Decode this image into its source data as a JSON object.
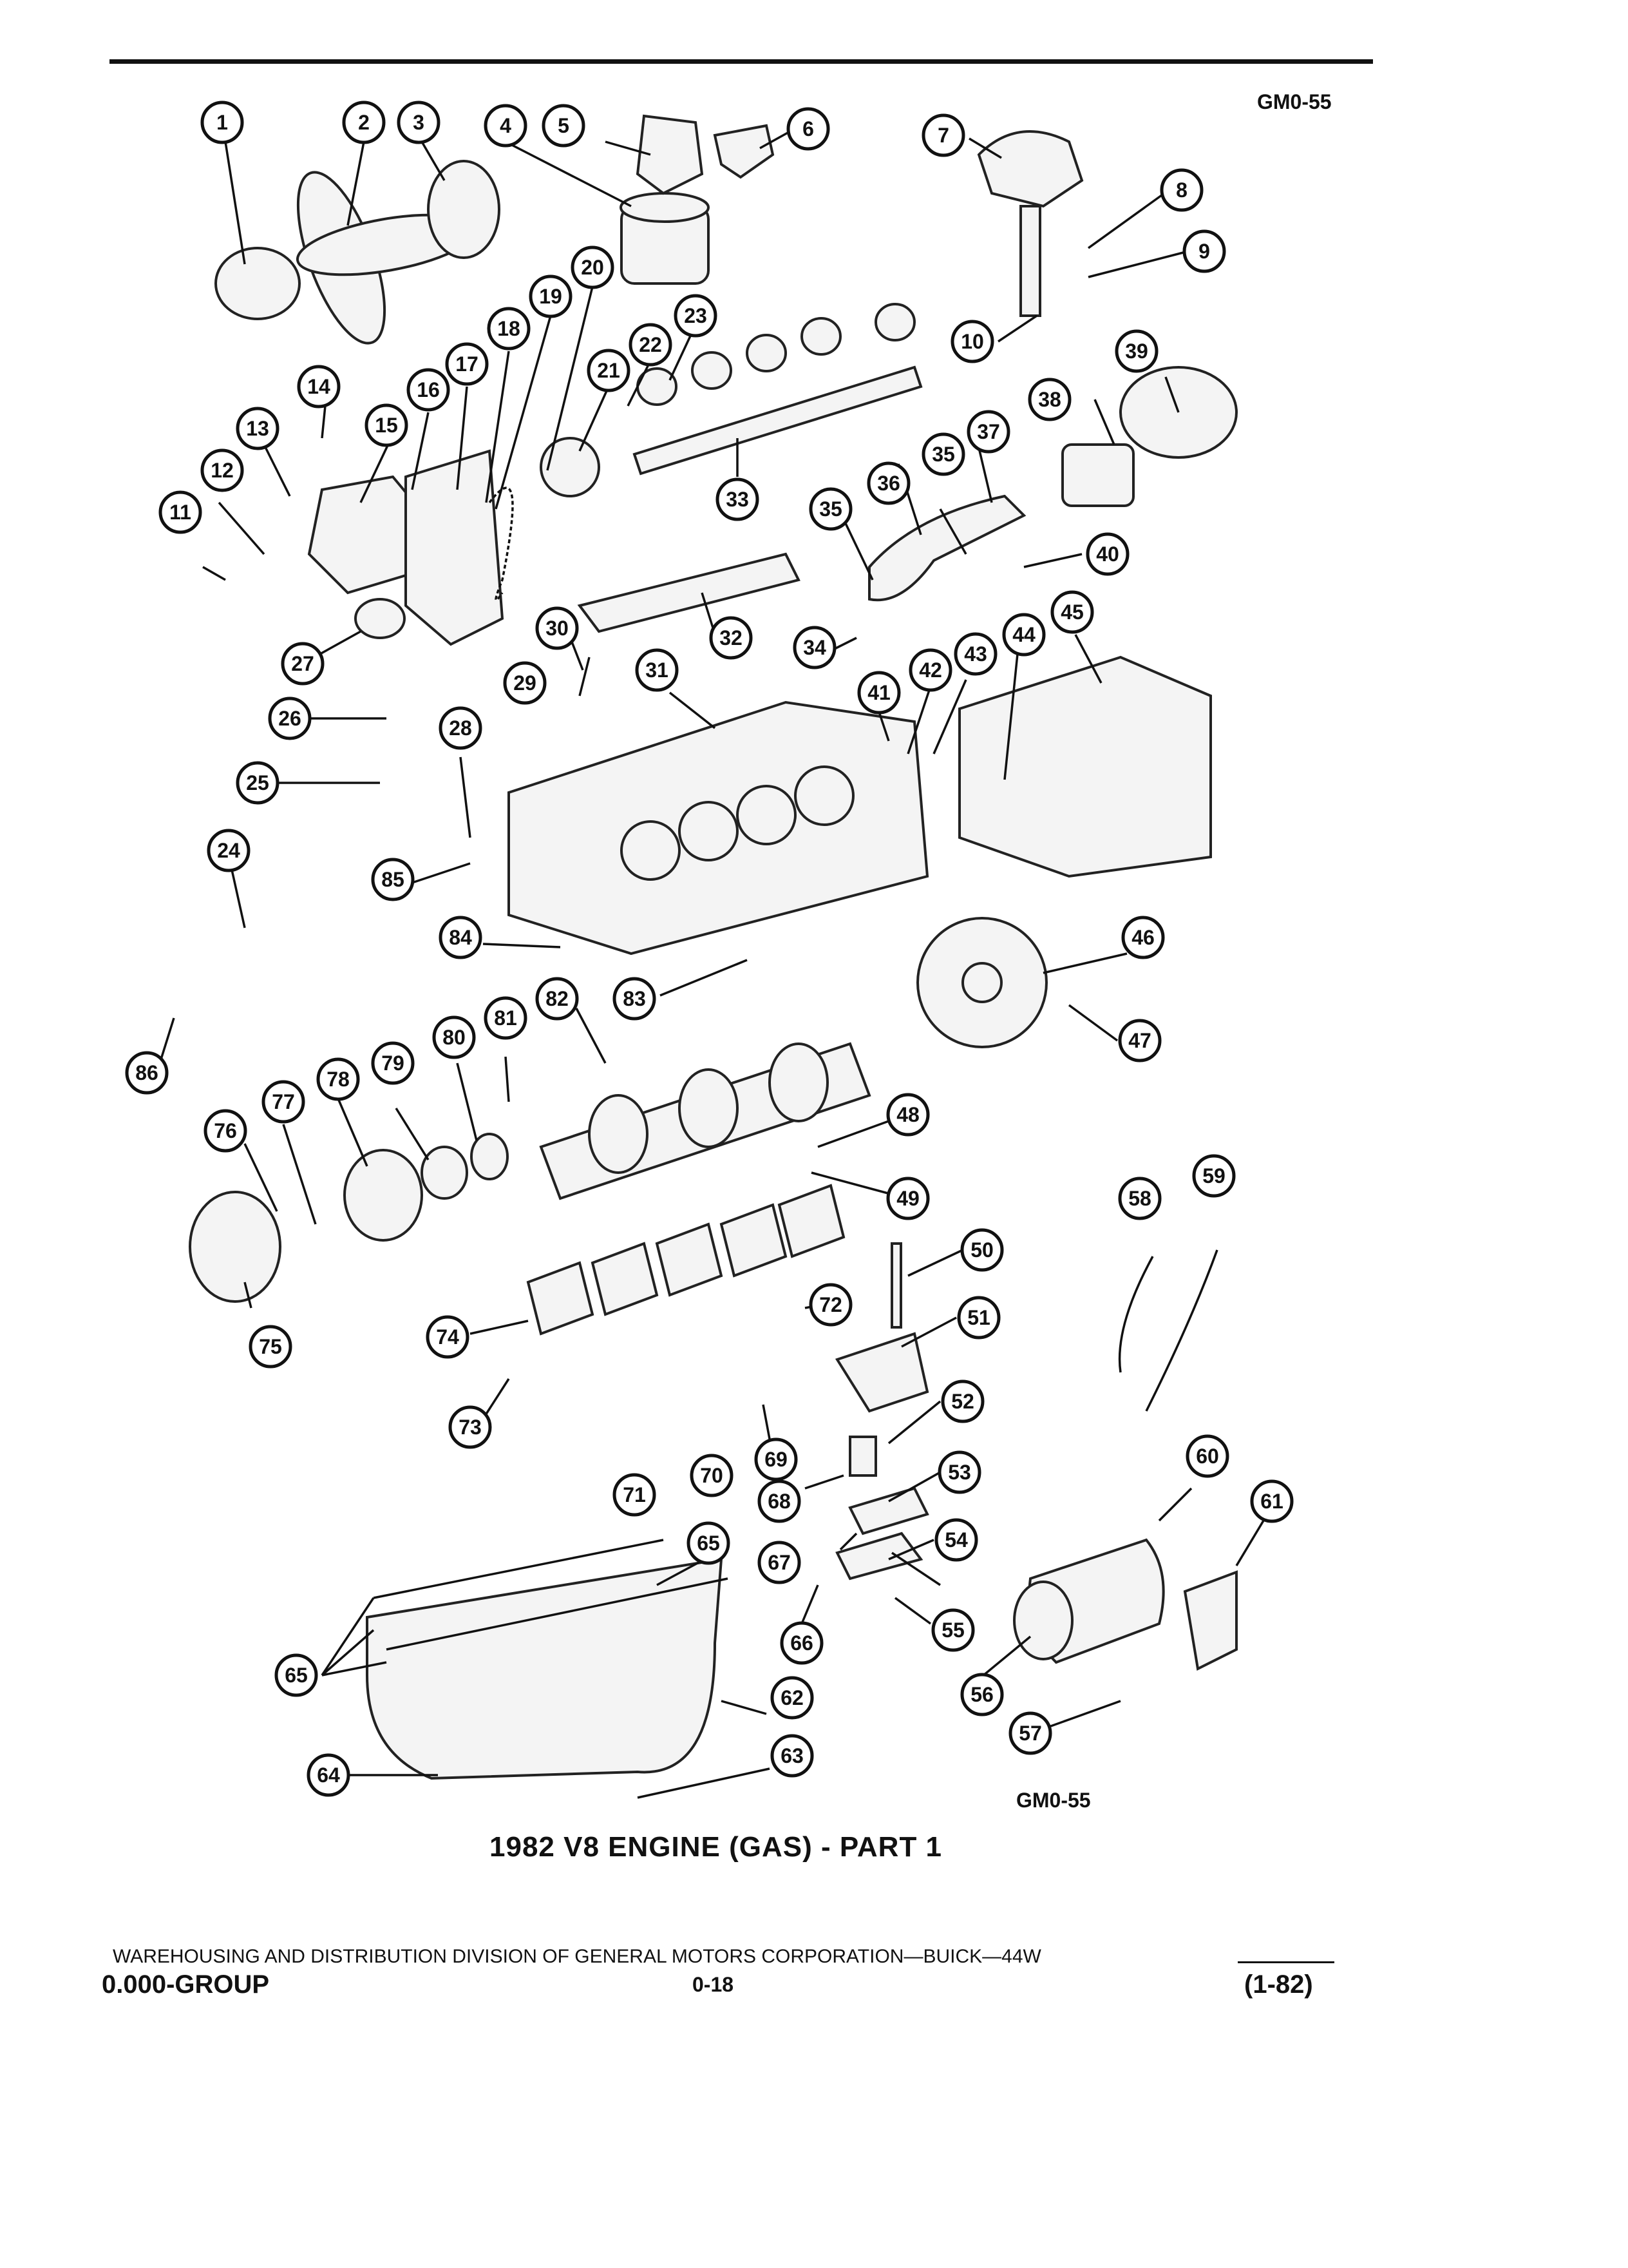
{
  "diagram_code_top": "GM0-55",
  "diagram_code_bottom": "GM0-55",
  "title": "1982 V8 ENGINE (GAS) - PART 1",
  "footer": {
    "line1": "WAREHOUSING AND DISTRIBUTION DIVISION OF GENERAL MOTORS CORPORATION—BUICK—44W",
    "group": "0.000-GROUP",
    "page": "0-18",
    "date": "(1-82)"
  },
  "callouts": [
    {
      "id": "1",
      "label": "1"
    },
    {
      "id": "2",
      "label": "2"
    },
    {
      "id": "3",
      "label": "3"
    },
    {
      "id": "4",
      "label": "4"
    },
    {
      "id": "5",
      "label": "5"
    },
    {
      "id": "6",
      "label": "6"
    },
    {
      "id": "7",
      "label": "7"
    },
    {
      "id": "8",
      "label": "8"
    },
    {
      "id": "9",
      "label": "9"
    },
    {
      "id": "10",
      "label": "10"
    },
    {
      "id": "11",
      "label": "11"
    },
    {
      "id": "12",
      "label": "12"
    },
    {
      "id": "13",
      "label": "13"
    },
    {
      "id": "14",
      "label": "14"
    },
    {
      "id": "15",
      "label": "15"
    },
    {
      "id": "16",
      "label": "16"
    },
    {
      "id": "17",
      "label": "17"
    },
    {
      "id": "18",
      "label": "18"
    },
    {
      "id": "19",
      "label": "19"
    },
    {
      "id": "20",
      "label": "20"
    },
    {
      "id": "21",
      "label": "21"
    },
    {
      "id": "22",
      "label": "22"
    },
    {
      "id": "23",
      "label": "23"
    },
    {
      "id": "24",
      "label": "24"
    },
    {
      "id": "25",
      "label": "25"
    },
    {
      "id": "26",
      "label": "26"
    },
    {
      "id": "27",
      "label": "27"
    },
    {
      "id": "28",
      "label": "28"
    },
    {
      "id": "29",
      "label": "29"
    },
    {
      "id": "30",
      "label": "30"
    },
    {
      "id": "31",
      "label": "31"
    },
    {
      "id": "32",
      "label": "32"
    },
    {
      "id": "33",
      "label": "33"
    },
    {
      "id": "34",
      "label": "34"
    },
    {
      "id": "35a",
      "label": "35"
    },
    {
      "id": "35b",
      "label": "35"
    },
    {
      "id": "36",
      "label": "36"
    },
    {
      "id": "37",
      "label": "37"
    },
    {
      "id": "38",
      "label": "38"
    },
    {
      "id": "39",
      "label": "39"
    },
    {
      "id": "40",
      "label": "40"
    },
    {
      "id": "41",
      "label": "41"
    },
    {
      "id": "42",
      "label": "42"
    },
    {
      "id": "43",
      "label": "43"
    },
    {
      "id": "44",
      "label": "44"
    },
    {
      "id": "45",
      "label": "45"
    },
    {
      "id": "46",
      "label": "46"
    },
    {
      "id": "47",
      "label": "47"
    },
    {
      "id": "48",
      "label": "48"
    },
    {
      "id": "49",
      "label": "49"
    },
    {
      "id": "50",
      "label": "50"
    },
    {
      "id": "51",
      "label": "51"
    },
    {
      "id": "52",
      "label": "52"
    },
    {
      "id": "53",
      "label": "53"
    },
    {
      "id": "54",
      "label": "54"
    },
    {
      "id": "55",
      "label": "55"
    },
    {
      "id": "56",
      "label": "56"
    },
    {
      "id": "57",
      "label": "57"
    },
    {
      "id": "58",
      "label": "58"
    },
    {
      "id": "59",
      "label": "59"
    },
    {
      "id": "60",
      "label": "60"
    },
    {
      "id": "61",
      "label": "61"
    },
    {
      "id": "62",
      "label": "62"
    },
    {
      "id": "63",
      "label": "63"
    },
    {
      "id": "64",
      "label": "64"
    },
    {
      "id": "65a",
      "label": "65"
    },
    {
      "id": "65b",
      "label": "65"
    },
    {
      "id": "66",
      "label": "66"
    },
    {
      "id": "67",
      "label": "67"
    },
    {
      "id": "68",
      "label": "68"
    },
    {
      "id": "69",
      "label": "69"
    },
    {
      "id": "70",
      "label": "70"
    },
    {
      "id": "71",
      "label": "71"
    },
    {
      "id": "72",
      "label": "72"
    },
    {
      "id": "73",
      "label": "73"
    },
    {
      "id": "74",
      "label": "74"
    },
    {
      "id": "75",
      "label": "75"
    },
    {
      "id": "76",
      "label": "76"
    },
    {
      "id": "77",
      "label": "77"
    },
    {
      "id": "78",
      "label": "78"
    },
    {
      "id": "79",
      "label": "79"
    },
    {
      "id": "80",
      "label": "80"
    },
    {
      "id": "81",
      "label": "81"
    },
    {
      "id": "82",
      "label": "82"
    },
    {
      "id": "83",
      "label": "83"
    },
    {
      "id": "84",
      "label": "84"
    },
    {
      "id": "85",
      "label": "85"
    },
    {
      "id": "86",
      "label": "86"
    }
  ]
}
